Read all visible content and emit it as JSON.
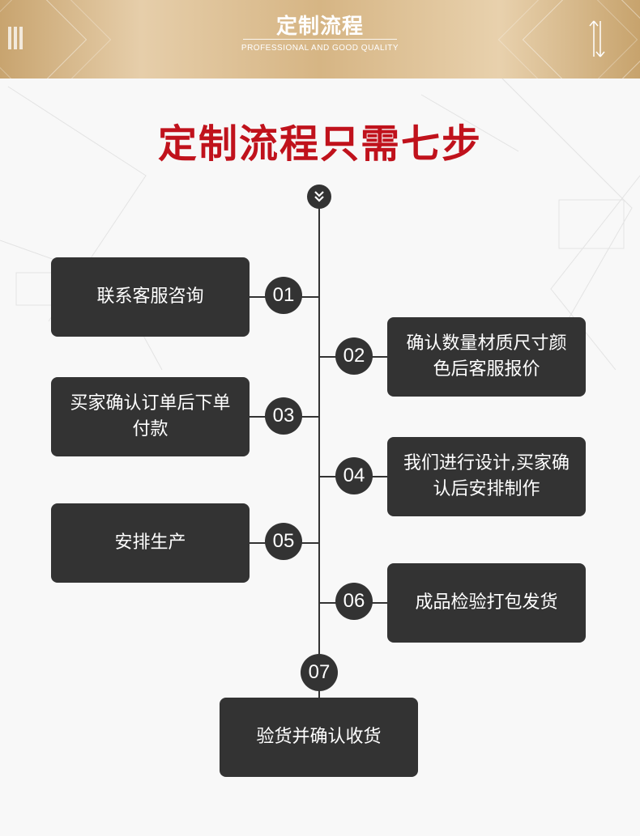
{
  "header": {
    "title": "定制流程",
    "subtitle": "PROFESSIONAL AND GOOD QUALITY"
  },
  "main_title": "定制流程只需七步",
  "colors": {
    "banner_gold": "#d6b584",
    "title_red": "#c0121c",
    "box_dark": "#333333"
  },
  "steps": [
    {
      "num": "01",
      "text": "联系客服咨询"
    },
    {
      "num": "02",
      "text": "确认数量材质尺寸颜色后客服报价"
    },
    {
      "num": "03",
      "text": "买家确认订单后下单付款"
    },
    {
      "num": "04",
      "text": "我们进行设计,买家确认后安排制作"
    },
    {
      "num": "05",
      "text": "安排生产"
    },
    {
      "num": "06",
      "text": "成品检验打包发货"
    },
    {
      "num": "07",
      "text": "验货并确认收货"
    }
  ]
}
